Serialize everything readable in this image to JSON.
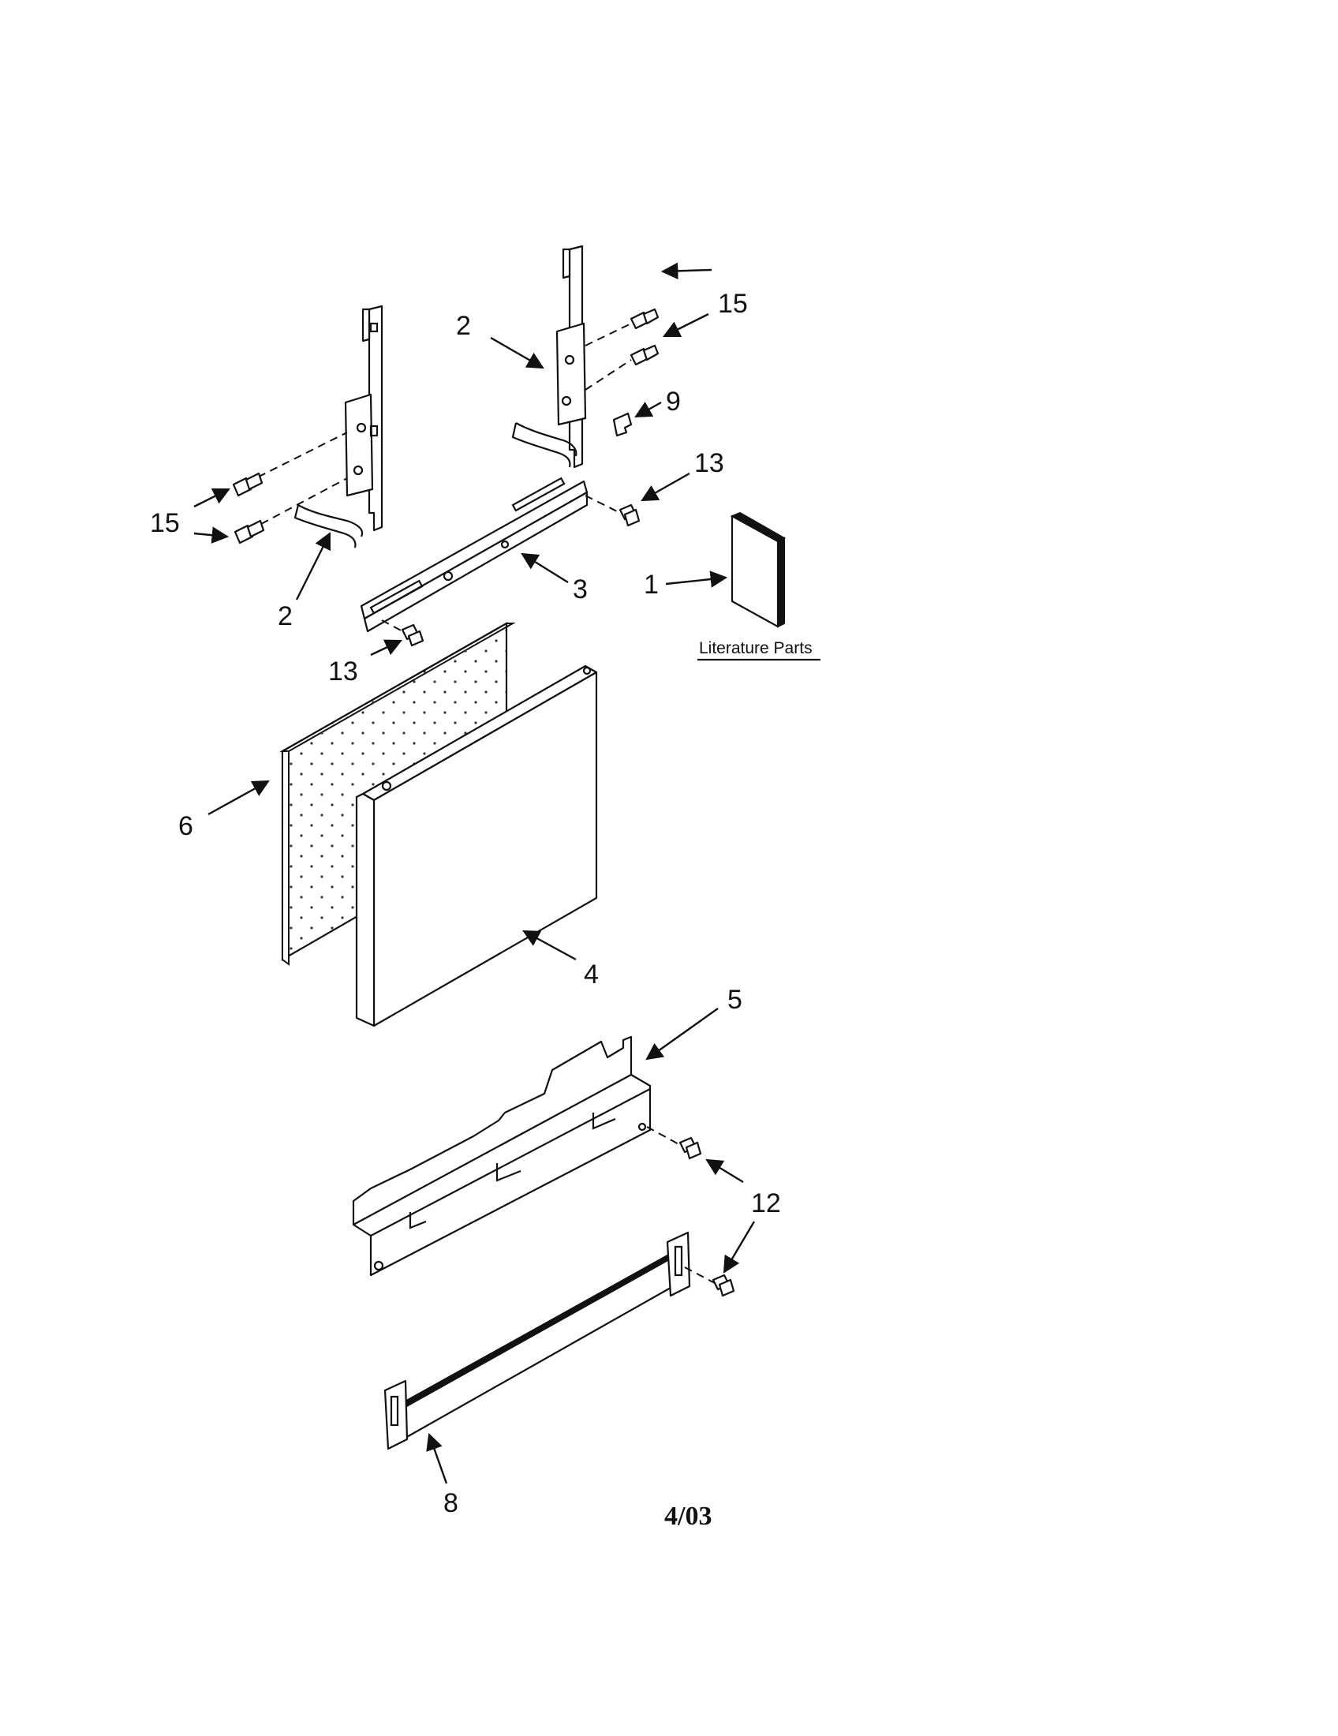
{
  "callouts": {
    "c1": "1",
    "c2a": "2",
    "c2b": "2",
    "c3": "3",
    "c4": "4",
    "c5": "5",
    "c6": "6",
    "c8": "8",
    "c9": "9",
    "c12": "12",
    "c13a": "13",
    "c13b": "13",
    "c15a": "15",
    "c15b": "15"
  },
  "literature_label": "Literature Parts",
  "date_code": "4/03"
}
